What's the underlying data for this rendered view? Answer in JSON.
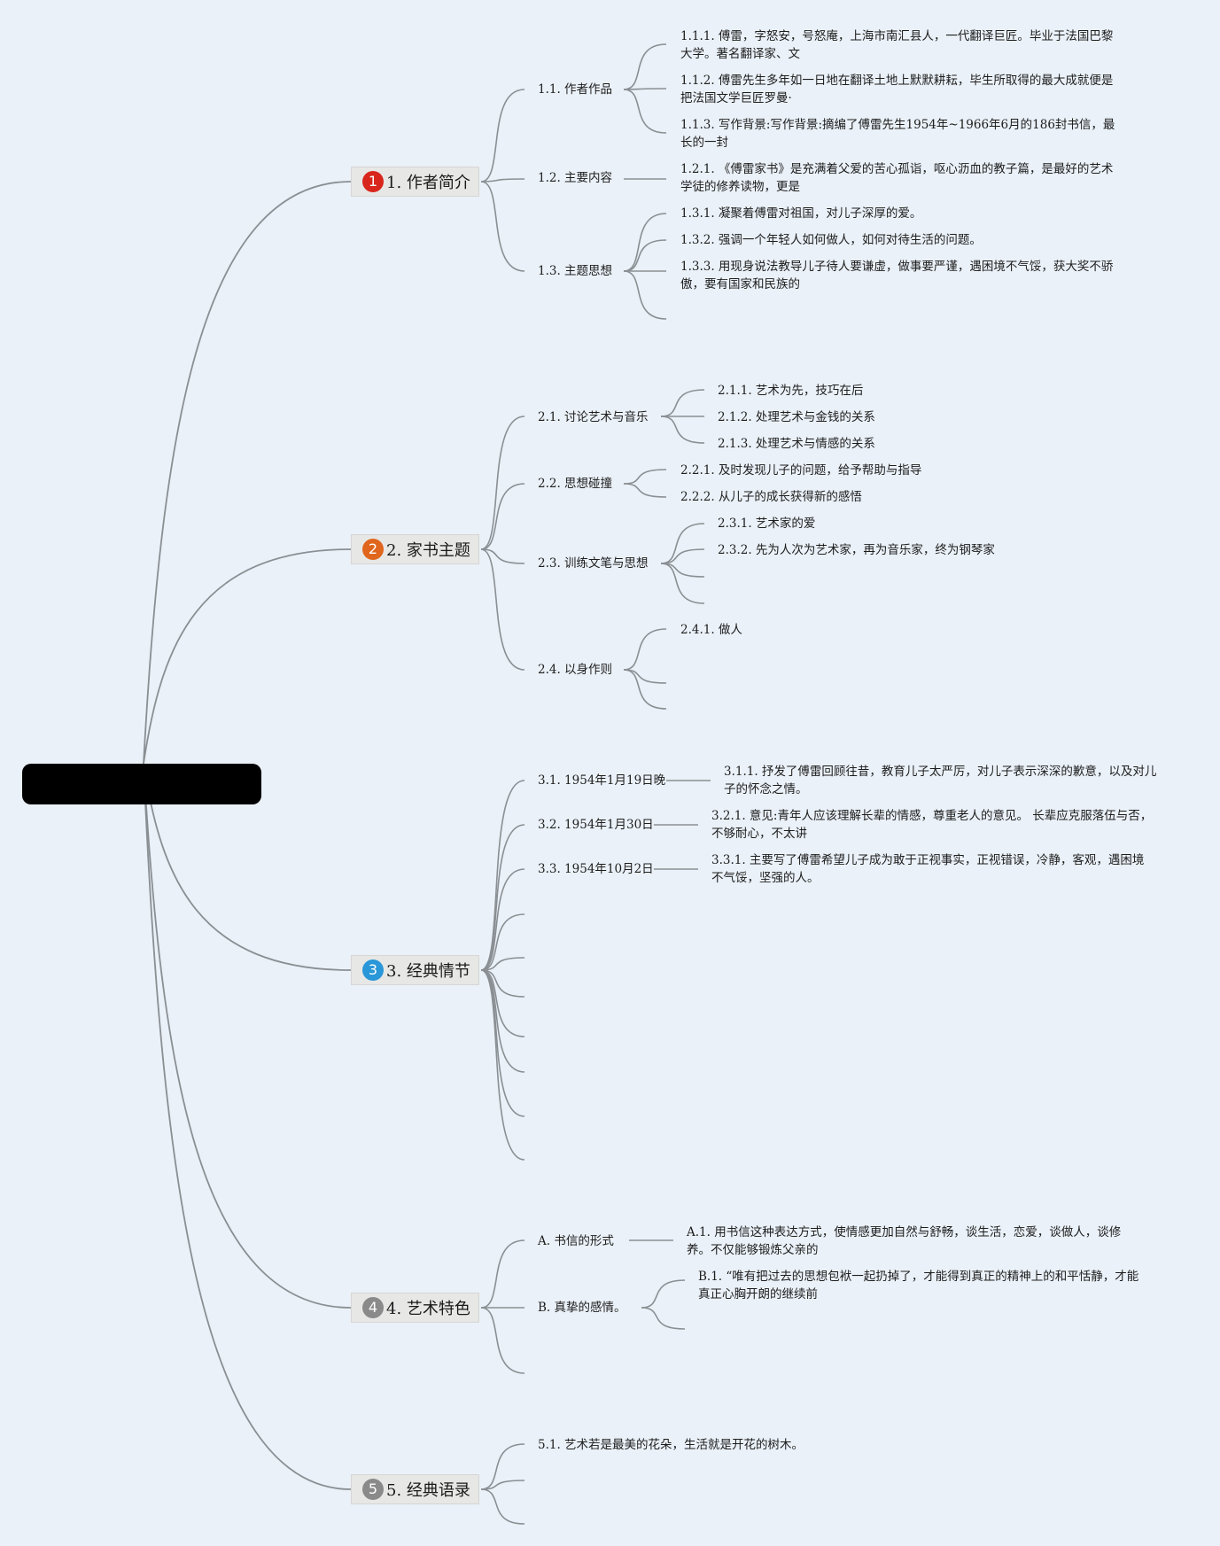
{
  "colors": {
    "background": "#eaf1f8",
    "line": "#8a8f93",
    "badge1": "#d8261c",
    "badge2": "#e0661d",
    "badge3": "#2a97d8",
    "badge4": "#8a8a8a",
    "badge5": "#8a8a8a"
  },
  "topics": [
    {
      "badge": "1",
      "label": "1. 作者简介",
      "children": [
        {
          "label": "1.1. 作者作品",
          "leaves": [
            "1.1.1. 傅雷，字怒安，号怒庵，上海市南汇县人，一代翻译巨匠。毕业于法国巴黎大学。著名翻译家、文",
            "1.1.2. 傅雷先生多年如一日地在翻译土地上默默耕耘，毕生所取得的最大成就便是把法国文学巨匠罗曼·",
            "1.1.3. 写作背景:写作背景:摘编了傅雷先生1954年~1966年6月的186封书信，最长的一封"
          ]
        },
        {
          "label": "1.2. 主要内容",
          "leaves": [
            "1.2.1. 《傅雷家书》是充满着父爱的苦心孤诣，呕心沥血的教子篇，是最好的艺术学徒的修养读物，更是"
          ]
        },
        {
          "label": "1.3. 主题思想",
          "leaves": [
            "1.3.1. 凝聚着傅雷对祖国，对儿子深厚的爱。",
            "1.3.2. 强调一个年轻人如何做人，如何对待生活的问题。",
            "1.3.3. 用现身说法教导儿子待人要谦虚，做事要严谨，遇困境不气馁，获大奖不骄傲，要有国家和民族的"
          ]
        }
      ]
    },
    {
      "badge": "2",
      "label": "2. 家书主题",
      "children": [
        {
          "label": "2.1. 讨论艺术与音乐",
          "leaves": [
            "2.1.1. 艺术为先，技巧在后",
            "2.1.2. 处理艺术与金钱的关系",
            "2.1.3. 处理艺术与情感的关系"
          ]
        },
        {
          "label": "2.2. 思想碰撞",
          "leaves": [
            "2.2.1. 及时发现儿子的问题，给予帮助与指导",
            "2.2.2. 从儿子的成长获得新的感悟"
          ]
        },
        {
          "label": "2.3. 训练文笔与思想",
          "leaves": [
            "2.3.1. 艺术家的爱",
            "2.3.2. 先为人次为艺术家，再为音乐家，终为钢琴家"
          ]
        },
        {
          "label": "2.4. 以身作则",
          "leaves": [
            "2.4.1. 做人"
          ]
        }
      ]
    },
    {
      "badge": "3",
      "label": "3. 经典情节",
      "children": [
        {
          "label": "3.1. 1954年1月19日晚",
          "leaves": [
            "3.1.1. 抒发了傅雷回顾往昔，教育儿子太严厉，对儿子表示深深的歉意，以及对儿子的怀念之情。"
          ]
        },
        {
          "label": "3.2. 1954年1月30日",
          "leaves": [
            "3.2.1. 意见:青年人应该理解长辈的情感，尊重老人的意见。 长辈应克服落伍与否，不够耐心，不太讲"
          ]
        },
        {
          "label": "3.3. 1954年10月2日",
          "leaves": [
            "3.3.1. 主要写了傅雷希望儿子成为敢于正视事实，正视错误，冷静，客观，遇困境不气馁，坚强的人。"
          ]
        }
      ]
    },
    {
      "badge": "4",
      "label": "4. 艺术特色",
      "children": [
        {
          "label": "A. 书信的形式",
          "leaves": [
            "A.1. 用书信这种表达方式，使情感更加自然与舒畅，谈生活，恋爱，谈做人，谈修养。不仅能够锻炼父亲的"
          ]
        },
        {
          "label": "B. 真挚的感情。",
          "leaves": [
            "B.1. “唯有把过去的思想包袱一起扔掉了，才能得到真正的精神上的和平恬静，才能真正心胸开朗的继续前"
          ]
        }
      ]
    },
    {
      "badge": "5",
      "label": "5. 经典语录",
      "children": [
        {
          "label": "5.1. 艺术若是最美的花朵，生活就是开花的树木。",
          "leaves": []
        }
      ]
    }
  ]
}
